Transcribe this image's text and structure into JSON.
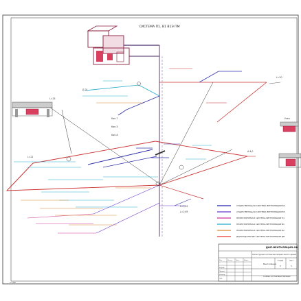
{
  "sheet": {
    "title": "СИСТЕМА П1, В1 В1Э ПМ",
    "scale_note": "1:100"
  },
  "callouts": {
    "left_top": "L=25",
    "left_bottom": "L=21",
    "right_top": "L=20",
    "center_a": "Кан-7",
    "center_b": "Кан-5",
    "center_c": "Кан-8",
    "lower_a": "L=3,45",
    "lower_b": "L=2,65",
    "detail_right": "Узел",
    "node": "Д-01",
    "right_mark": "А-4,0"
  },
  "legend": [
    {
      "label": "СУЩЕСТВУЮЩАЯ СИСТЕМА ВЕНТИЛЯЦИИ В4",
      "color": "#2222aa"
    },
    {
      "label": "СУЩЕСТВУЮЩАЯ СИСТЕМА ВЕНТИЛЯЦИИ В5",
      "color": "#6633cc"
    },
    {
      "label": "ПРОЕКТИРУЕМАЯ СИСТЕМА ВЕНТИЛЯЦИИ П1",
      "color": "#cc3399"
    },
    {
      "label": "ПРОЕКТИРУЕМАЯ СИСТЕМА ВЕНТИЛЯЦИИ В1",
      "color": "#22aacc"
    },
    {
      "label": "ПРОЕКТИРУЕМАЯ СИСТЕМА ВЕНТИЛЯЦИИ В2",
      "color": "#dd8833"
    },
    {
      "label": "ДЫМОУДАЛЕНИЕ СИСТЕМА ВЕНТИЛЯЦИИ ДВ",
      "color": "#ee3333"
    }
  ],
  "title_block": {
    "code": "ДНП-ВЕНТИЛЯЦИЯ-ОВ",
    "object": "Реконструкция системы вентиляции жилого здания",
    "stage_label": "Стадия",
    "sheet_label": "Лист",
    "sheets_label": "Листов",
    "stage": "Р",
    "sheet_no": "5",
    "content": "Вентиляция",
    "drawing_name": "Схемы систем вентиляции",
    "rows": [
      "Изм.",
      "Кол.уч",
      "Лист",
      "№док.",
      "Подп.",
      "Дата"
    ],
    "roles": [
      "Разраб.",
      "Провер.",
      "Н.контр.",
      "ГИП"
    ]
  }
}
